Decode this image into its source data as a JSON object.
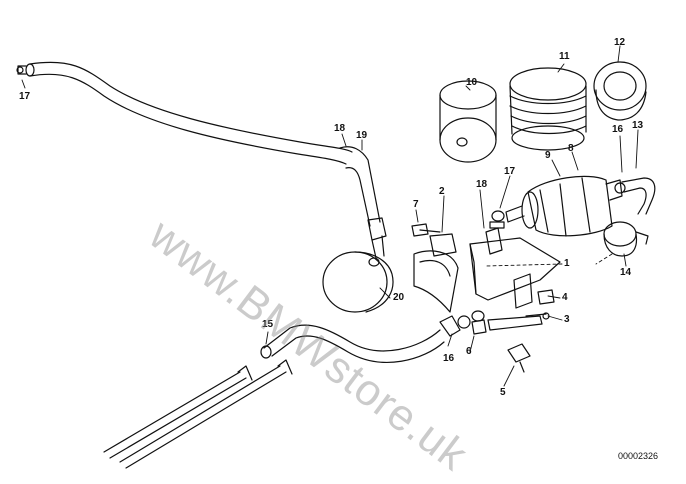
{
  "diagram": {
    "callouts": {
      "c1": "1",
      "c2": "2",
      "c3": "3",
      "c4": "4",
      "c5": "5",
      "c6": "6",
      "c7": "7",
      "c8": "8",
      "c9": "9",
      "c10": "10",
      "c11": "11",
      "c12": "12",
      "c13": "13",
      "c14": "14",
      "c15": "15",
      "c16a": "16",
      "c16b": "16",
      "c17a": "17",
      "c17b": "17",
      "c18a": "18",
      "c18b": "18",
      "c19": "19",
      "c20": "20"
    },
    "drawing_number": "00002326",
    "watermark": "www.BMWstore.uk"
  }
}
